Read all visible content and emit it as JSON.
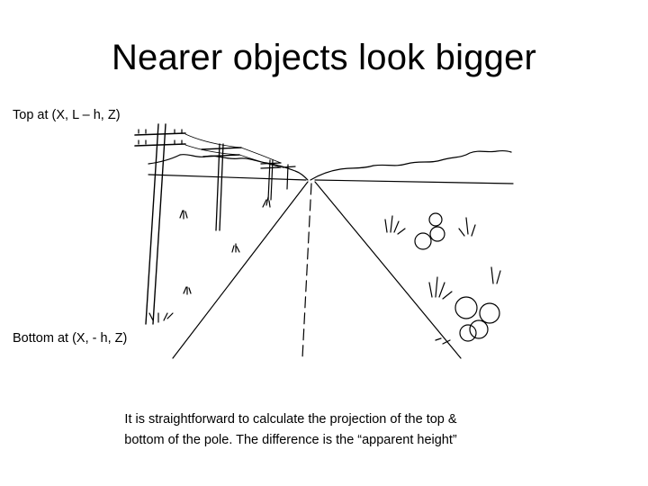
{
  "slide": {
    "title": "Nearer objects look  bigger",
    "label_top": "Top at  (X,  L – h, Z)",
    "label_bottom": "Bottom at  (X,  - h, Z)",
    "caption_line1": "It is straightforward to calculate the projection of the top &",
    "caption_line2": "bottom of the pole. The difference is the “apparent height”"
  },
  "illustration": {
    "description_icon": "desert-road-with-telephone-poles"
  }
}
